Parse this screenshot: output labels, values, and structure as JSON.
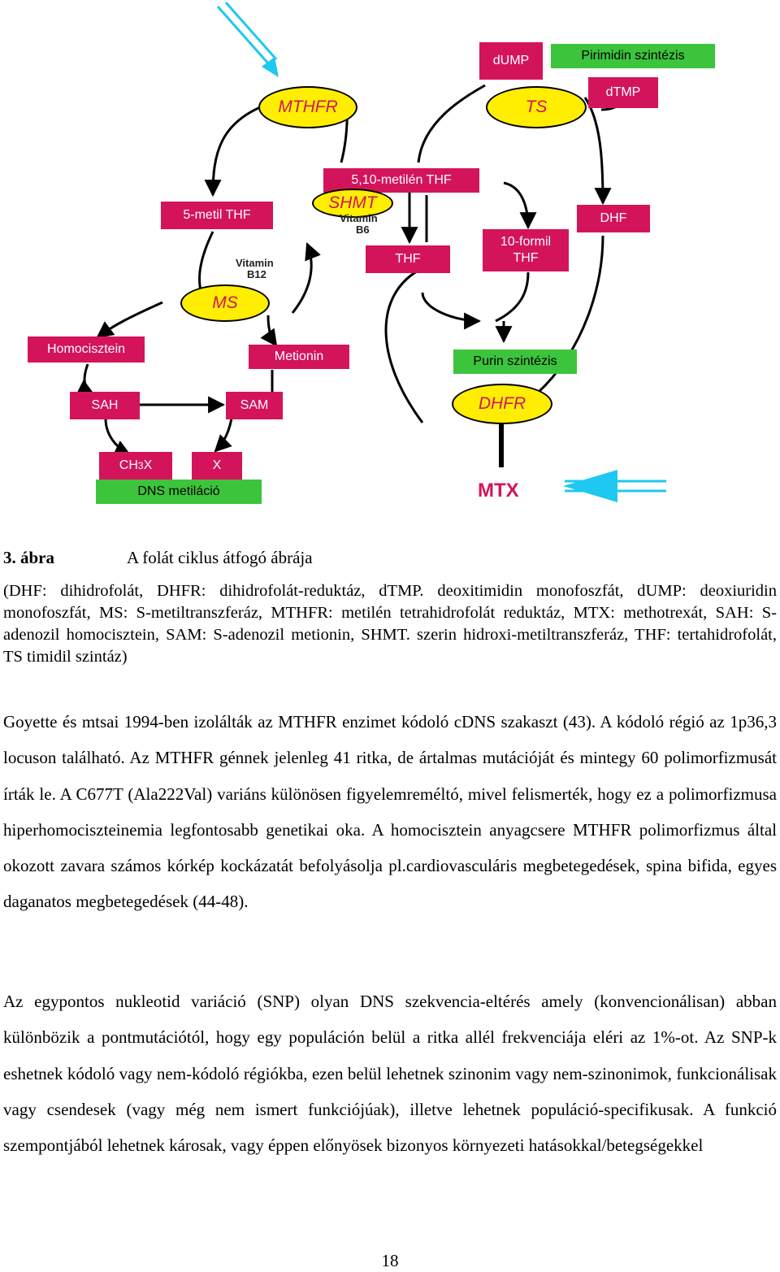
{
  "diagram": {
    "enzymes": {
      "mthfr": "MTHFR",
      "ts": "TS",
      "shmt": "SHMT",
      "ms": "MS",
      "dhfr": "DHFR"
    },
    "metabolites": {
      "dump": "dUMP",
      "dtmp": "dTMP",
      "methylene_thf": "5,10-metilén THF",
      "methyl_thf": "5-metil THF",
      "thf": "THF",
      "dhf": "DHF",
      "formyl_thf": "10-formil THF",
      "homocysteine": "Homocisztein",
      "methionine": "Metionin",
      "sah": "SAH",
      "sam": "SAM",
      "ch3x": "CH",
      "ch3x_sub": "3",
      "ch3x_suffix": "X",
      "x": "X"
    },
    "pathways": {
      "pyrimidine": "Pirimidin szintézis",
      "purine": "Purin szintézis",
      "dna_methylation": "DNS metiláció"
    },
    "vitamins": {
      "b6_line1": "Vitamin",
      "b6_line2": "B6",
      "b12_line1": "Vitamin",
      "b12_line2": "B12"
    },
    "inhibitor": "MTX",
    "colors": {
      "metabolite_box": "#d4145a",
      "pathway_box": "#3cc43c",
      "enzyme_oval": "#ffee00",
      "highlight_arrow": "#1ec8f0"
    }
  },
  "caption": {
    "number": "3. ábra",
    "title": "A folát ciklus átfogó ábrája",
    "legend": "(DHF: dihidrofolát, DHFR: dihidrofolát-reduktáz, dTMP. deoxitimidin monofoszfát, dUMP: deoxiuridin monofoszfát, MS: S-metiltranszferáz, MTHFR: metilén tetrahidrofolát reduktáz, MTX: methotrexát, SAH: S-adenozil homocisztein, SAM: S-adenozil metionin, SHMT. szerin hidroxi-metiltranszferáz, THF: tertahidrofolát, TS timidil szintáz)"
  },
  "paragraphs": [
    "Goyette és mtsai 1994-ben izolálták az MTHFR enzimet kódoló cDNS szakaszt (43). A kódoló régió az 1p36,3 locuson található. Az MTHFR génnek jelenleg 41 ritka, de ártalmas mutációját és mintegy 60 polimorfizmusát írták le. A C677T (Ala222Val) variáns különösen figyelemreméltó, mivel felismerték, hogy ez a polimorfizmusa hiperhomociszteinemia legfontosabb genetikai oka. A homocisztein anyagcsere MTHFR polimorfizmus által okozott zavara számos kórkép kockázatát befolyásolja pl.cardiovasculáris megbetegedések, spina bifida, egyes daganatos megbetegedések (44-48).",
    "Az egypontos nukleotid variáció (SNP) olyan DNS szekvencia-eltérés amely (konvencionálisan) abban különbözik a pontmutációtól, hogy egy populáción belül a ritka allél frekvenciája eléri az 1%-ot. Az SNP-k eshetnek kódoló vagy nem-kódoló régiókba, ezen belül lehetnek szinonim vagy nem-szinonimok, funkcionálisak vagy csendesek (vagy még nem ismert funkciójúak), illetve lehetnek populáció-specifikusak. A funkció szempontjából lehetnek károsak, vagy éppen előnyösek bizonyos környezeti hatásokkal/betegségekkel"
  ],
  "page_number": "18"
}
